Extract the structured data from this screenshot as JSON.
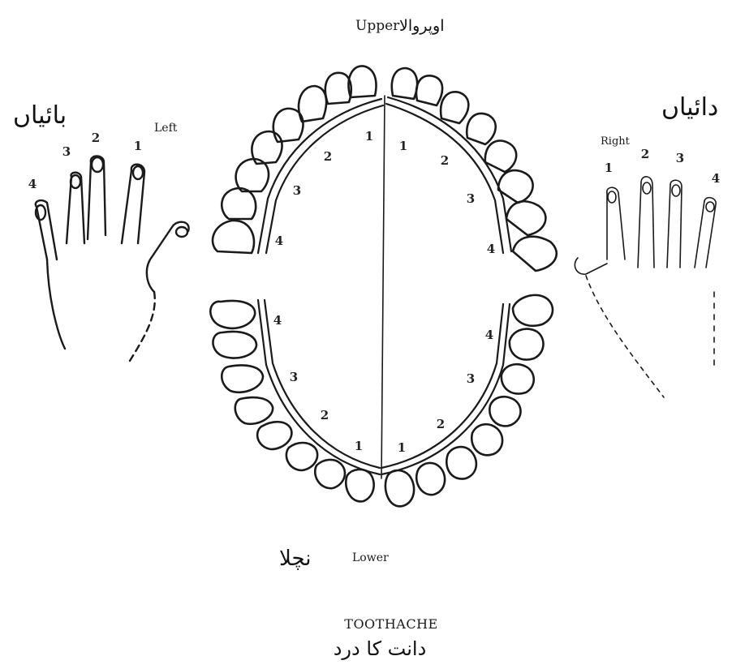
{
  "header": {
    "upper_en": "Upper",
    "upper_ur": "اوپروالا"
  },
  "left_side": {
    "label_en": "Left",
    "label_ur": "بائیاں",
    "finger_numbers": [
      "4",
      "3",
      "2",
      "1"
    ]
  },
  "right_side": {
    "label_en": "Right",
    "label_ur": "دائیاں",
    "finger_numbers": [
      "1",
      "2",
      "3",
      "4"
    ]
  },
  "teeth_quadrant_numbers": [
    "1",
    "2",
    "3",
    "4"
  ],
  "footer": {
    "lower_en": "Lower",
    "lower_ur": "نچلا",
    "title_en": "TOOTHACHE",
    "title_ur": "دانت کا درد"
  }
}
